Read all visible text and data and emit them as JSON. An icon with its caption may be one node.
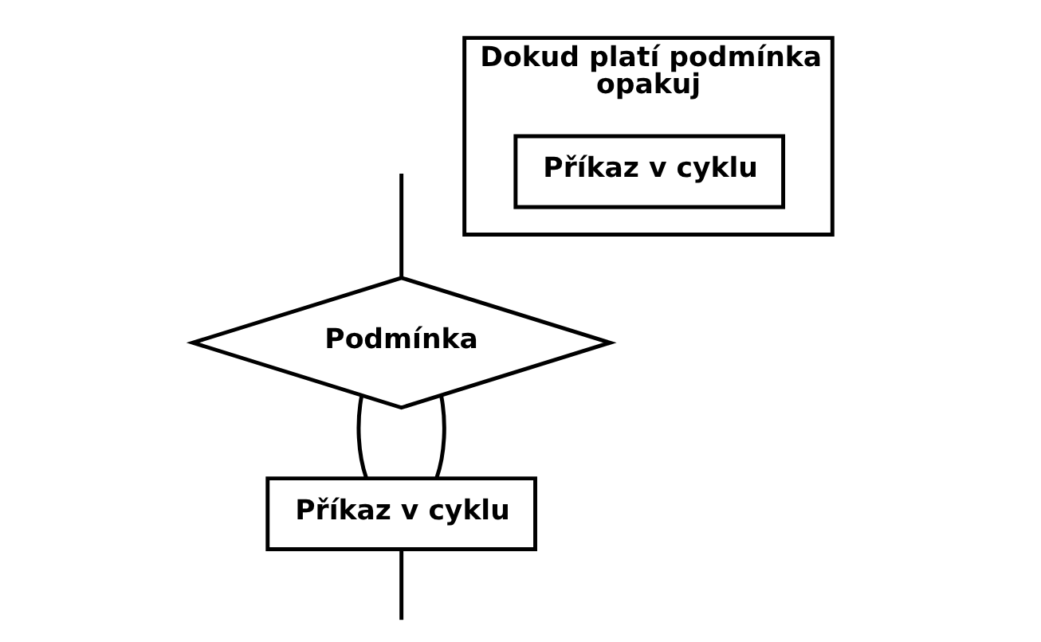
{
  "diagram": {
    "nodes": [
      {
        "text": [
          "Podmínka"
        ]
      },
      {
        "text": [
          "Příkaz v cyklu"
        ]
      },
      {
        "text": [
          "Dokud platí podmínka",
          "opakuj"
        ]
      },
      {
        "text": [
          "Příkaz v cyklu"
        ],
        "in": 2
      }
    ],
    "edges": [
      {
        "from": null,
        "to": 0,
        "arrow": "none"
      },
      {
        "from": 0,
        "to": 1,
        "arrow": "none"
      },
      {
        "from": 1,
        "to": 0,
        "arrow": "none"
      },
      {
        "from": 1,
        "to": null,
        "arrow": "none"
      }
    ]
  }
}
